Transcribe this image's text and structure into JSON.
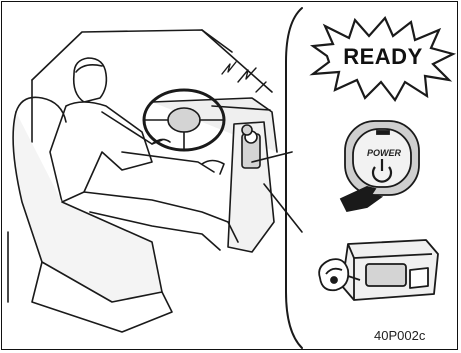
{
  "callout": {
    "ready_text": "READY",
    "power_label": "POWER"
  },
  "figure": {
    "code": "40P002c"
  },
  "icons": {
    "burst": "starburst-icon",
    "power": "power-symbol-icon",
    "hand": "pointing-hand-icon",
    "key": "smart-key-icon"
  },
  "colors": {
    "line": "#1a1a1a",
    "shade": "#d4d4d4",
    "paper": "#ffffff"
  }
}
